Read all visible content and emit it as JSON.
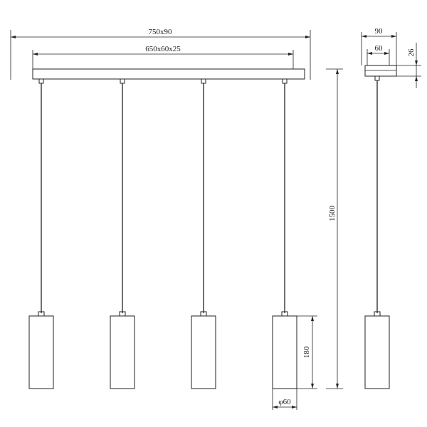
{
  "dimensions": {
    "total_width": "750x90",
    "canopy_size": "650x60x25",
    "side_width": "90",
    "side_inner": "60",
    "side_height": "26",
    "drop_length": "1500",
    "shade_height": "180",
    "shade_diameter": "φ60"
  },
  "pendant_count": 4
}
